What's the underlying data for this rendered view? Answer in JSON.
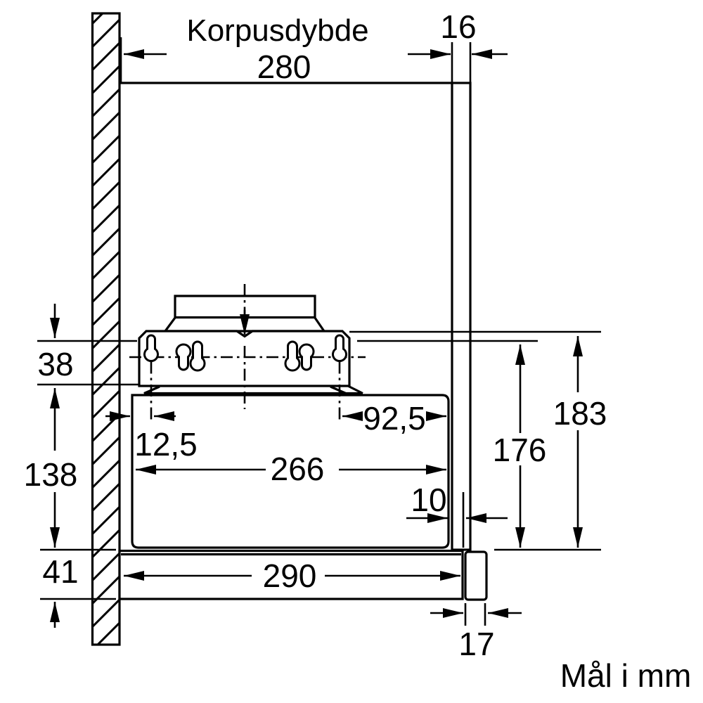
{
  "diagram": {
    "title": "Korpusdybde",
    "units_label": "Mål i mm",
    "dims": {
      "korpusdybde": "280",
      "panel_thickness": "16",
      "wall_top_offset": "38",
      "hood_height": "138",
      "front_bar_height": "41",
      "slot_offset_left": "12,5",
      "body_depth": "266",
      "slot_offset_right": "92,5",
      "front_overhang": "10",
      "height_inner": "176",
      "height_total": "183",
      "front_bar_length": "290",
      "handle_depth": "17"
    },
    "colors": {
      "line": "#000000",
      "background": "#ffffff"
    }
  }
}
